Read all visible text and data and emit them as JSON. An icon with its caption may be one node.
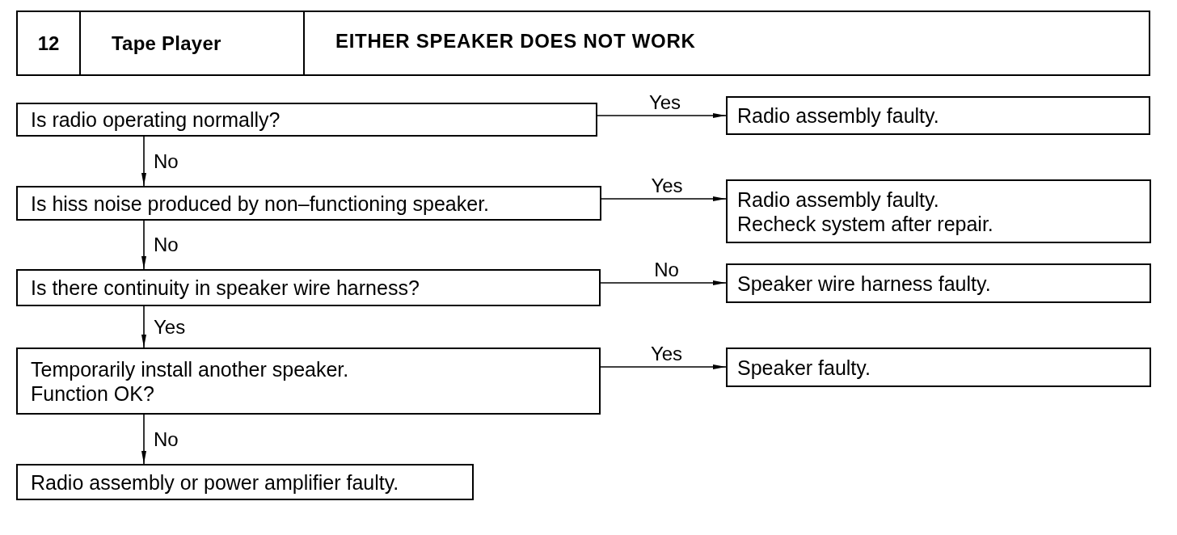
{
  "diagram": {
    "nodes": [
      {
        "text": [
          "12"
        ]
      },
      {
        "text": [
          "Tape Player"
        ]
      },
      {
        "text": [
          "EITHER SPEAKER DOES NOT WORK"
        ]
      },
      {
        "text": [
          "Is radio operating normally?"
        ]
      },
      {
        "text": [
          "Radio assembly faulty."
        ]
      },
      {
        "text": [
          "Is hiss noise produced by non–functioning speaker."
        ]
      },
      {
        "text": [
          "Radio assembly faulty.",
          "Recheck system after repair."
        ]
      },
      {
        "text": [
          "Is there continuity in speaker wire harness?"
        ]
      },
      {
        "text": [
          "Speaker wire harness faulty."
        ]
      },
      {
        "text": [
          "Temporarily install another speaker.",
          "Function OK?"
        ]
      },
      {
        "text": [
          "Speaker faulty."
        ]
      },
      {
        "text": [
          "Radio assembly or power amplifier faulty."
        ]
      }
    ],
    "edges": [
      {
        "from": 3,
        "to": 4,
        "arrow": "to",
        "label": "Yes"
      },
      {
        "from": 3,
        "to": 5,
        "arrow": "to",
        "label": "No"
      },
      {
        "from": 5,
        "to": 6,
        "arrow": "to",
        "label": "Yes"
      },
      {
        "from": 5,
        "to": 7,
        "arrow": "to",
        "label": "No"
      },
      {
        "from": 7,
        "to": 8,
        "arrow": "to",
        "label": "No"
      },
      {
        "from": 7,
        "to": 9,
        "arrow": "to",
        "label": "Yes"
      },
      {
        "from": 9,
        "to": 10,
        "arrow": "to",
        "label": "Yes"
      },
      {
        "from": 9,
        "to": 11,
        "arrow": "to",
        "label": "No"
      }
    ]
  }
}
